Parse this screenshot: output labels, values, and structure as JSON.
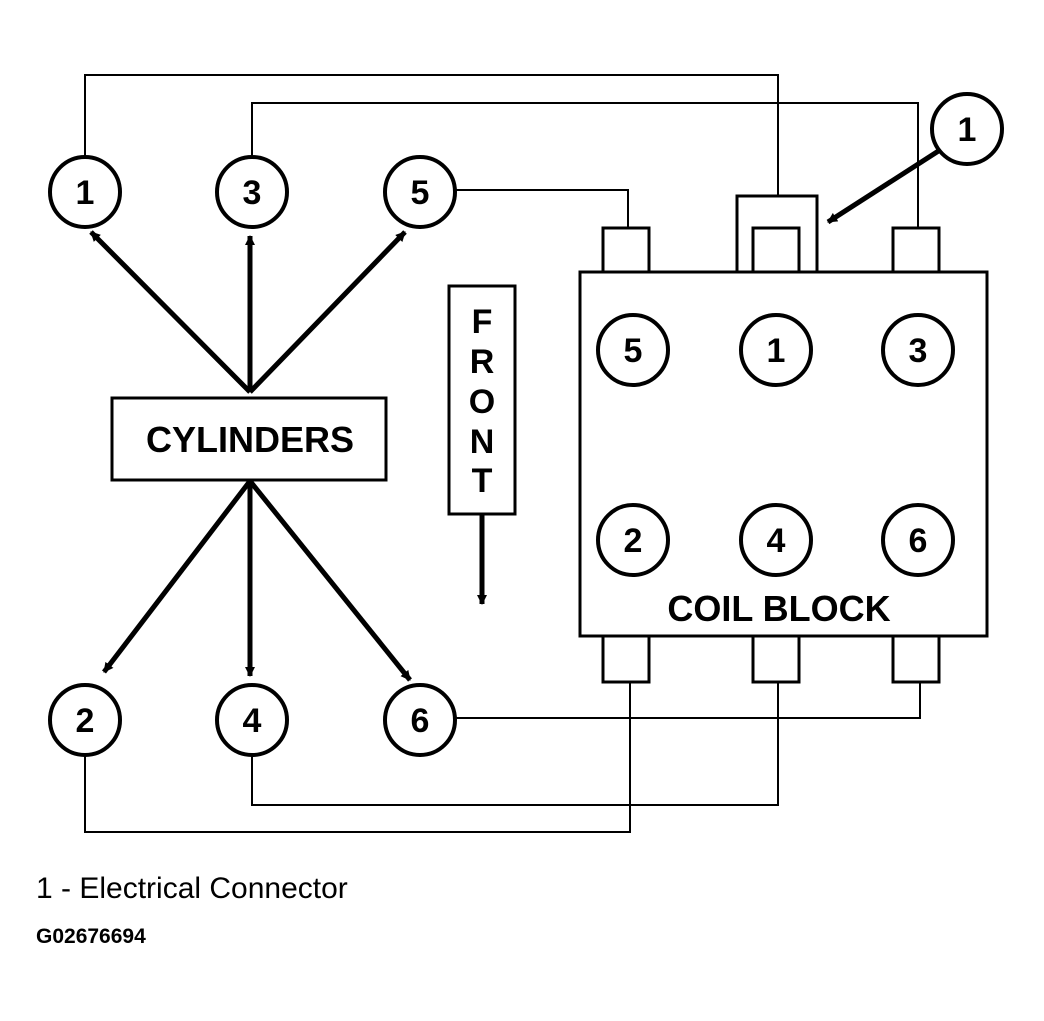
{
  "diagram": {
    "cylinders_label": "CYLINDERS",
    "front_letters": [
      "F",
      "R",
      "O",
      "N",
      "T"
    ],
    "coil_block_label": "COIL BLOCK",
    "callout_number": "1",
    "cylinders": {
      "top": [
        "1",
        "3",
        "5"
      ],
      "bottom": [
        "2",
        "4",
        "6"
      ]
    },
    "coil_terminals": {
      "top": [
        "5",
        "1",
        "3"
      ],
      "bottom": [
        "2",
        "4",
        "6"
      ]
    }
  },
  "legend": {
    "caption": "1 - Electrical Connector",
    "figure_id": "G02676694"
  }
}
